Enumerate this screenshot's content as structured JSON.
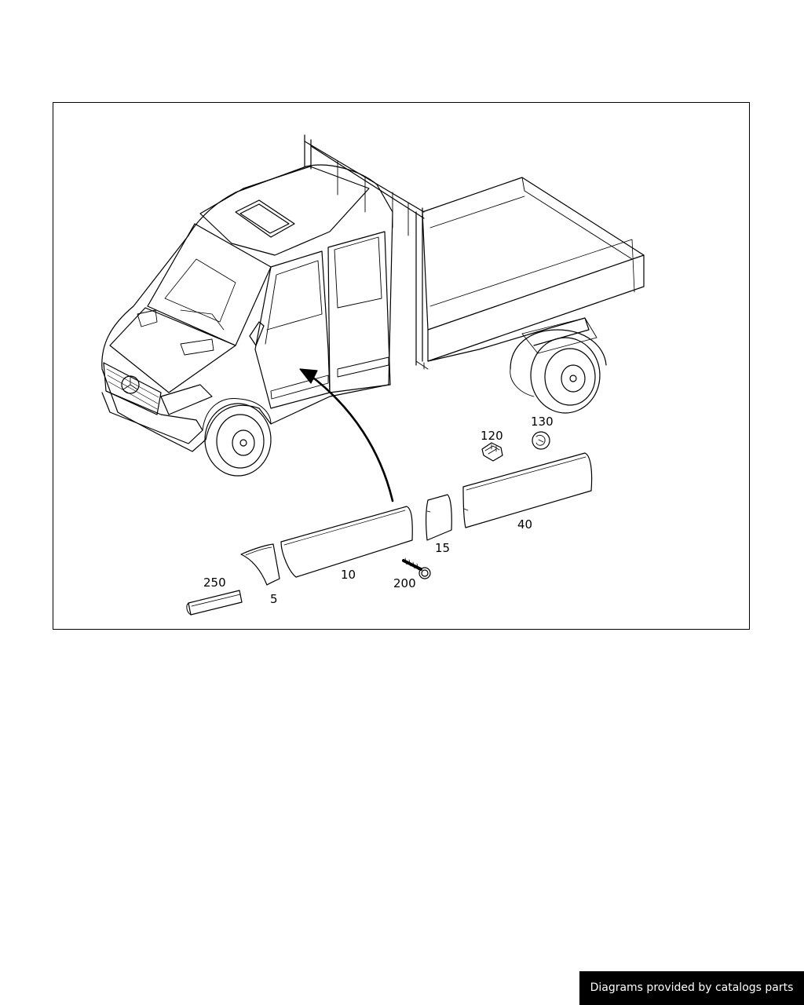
{
  "diagram": {
    "parts": [
      {
        "id": "part-250",
        "label": "250"
      },
      {
        "id": "part-5",
        "label": "5"
      },
      {
        "id": "part-10",
        "label": "10"
      },
      {
        "id": "part-200",
        "label": "200"
      },
      {
        "id": "part-15",
        "label": "15"
      },
      {
        "id": "part-40",
        "label": "40"
      },
      {
        "id": "part-120",
        "label": "120"
      },
      {
        "id": "part-130",
        "label": "130"
      }
    ]
  },
  "footer": {
    "credit": "Diagrams provided by catalogs parts"
  },
  "colors": {
    "line": "#000000",
    "background": "#ffffff",
    "footer_bg": "#000000",
    "footer_text": "#ffffff"
  }
}
